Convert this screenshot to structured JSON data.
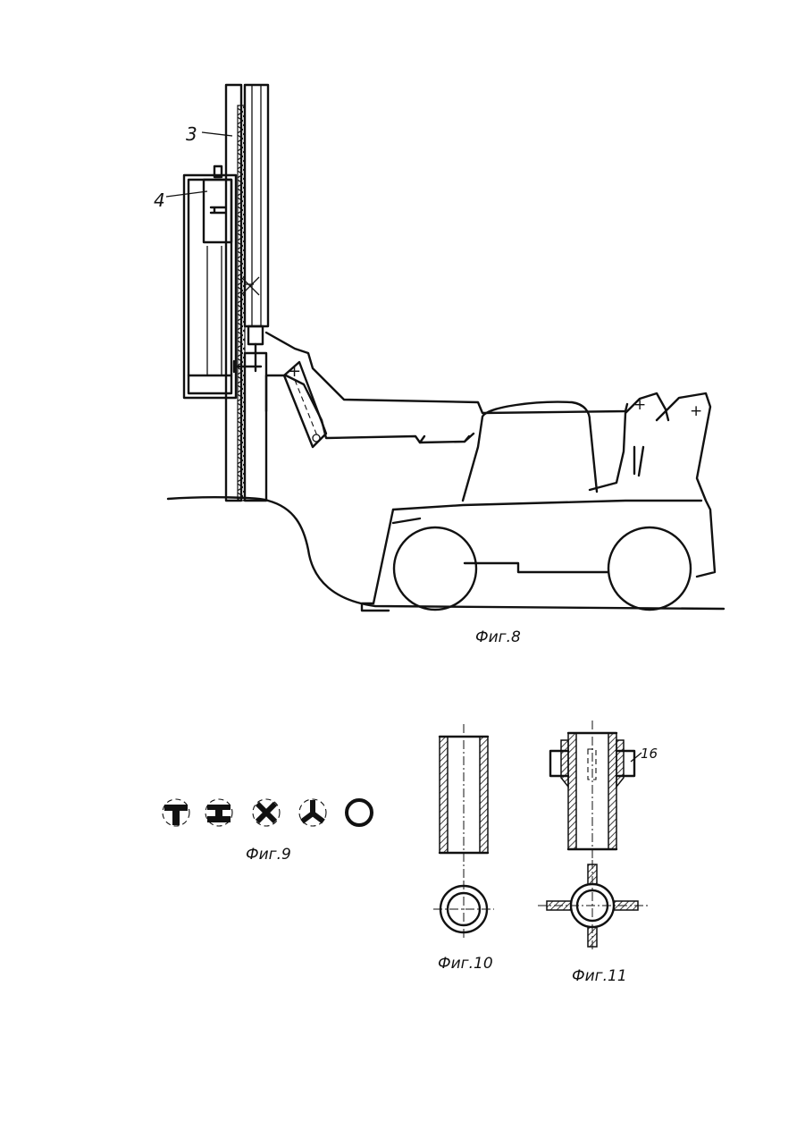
{
  "figures": {
    "fig8": {
      "caption": "Фиг.8",
      "labels": {
        "mast": "3",
        "carriage": "4"
      }
    },
    "fig9": {
      "caption": "Фиг.9"
    },
    "fig10": {
      "caption": "Фиг.10"
    },
    "fig11": {
      "caption": "Фиг.11",
      "labels": {
        "fin": "16"
      }
    }
  }
}
